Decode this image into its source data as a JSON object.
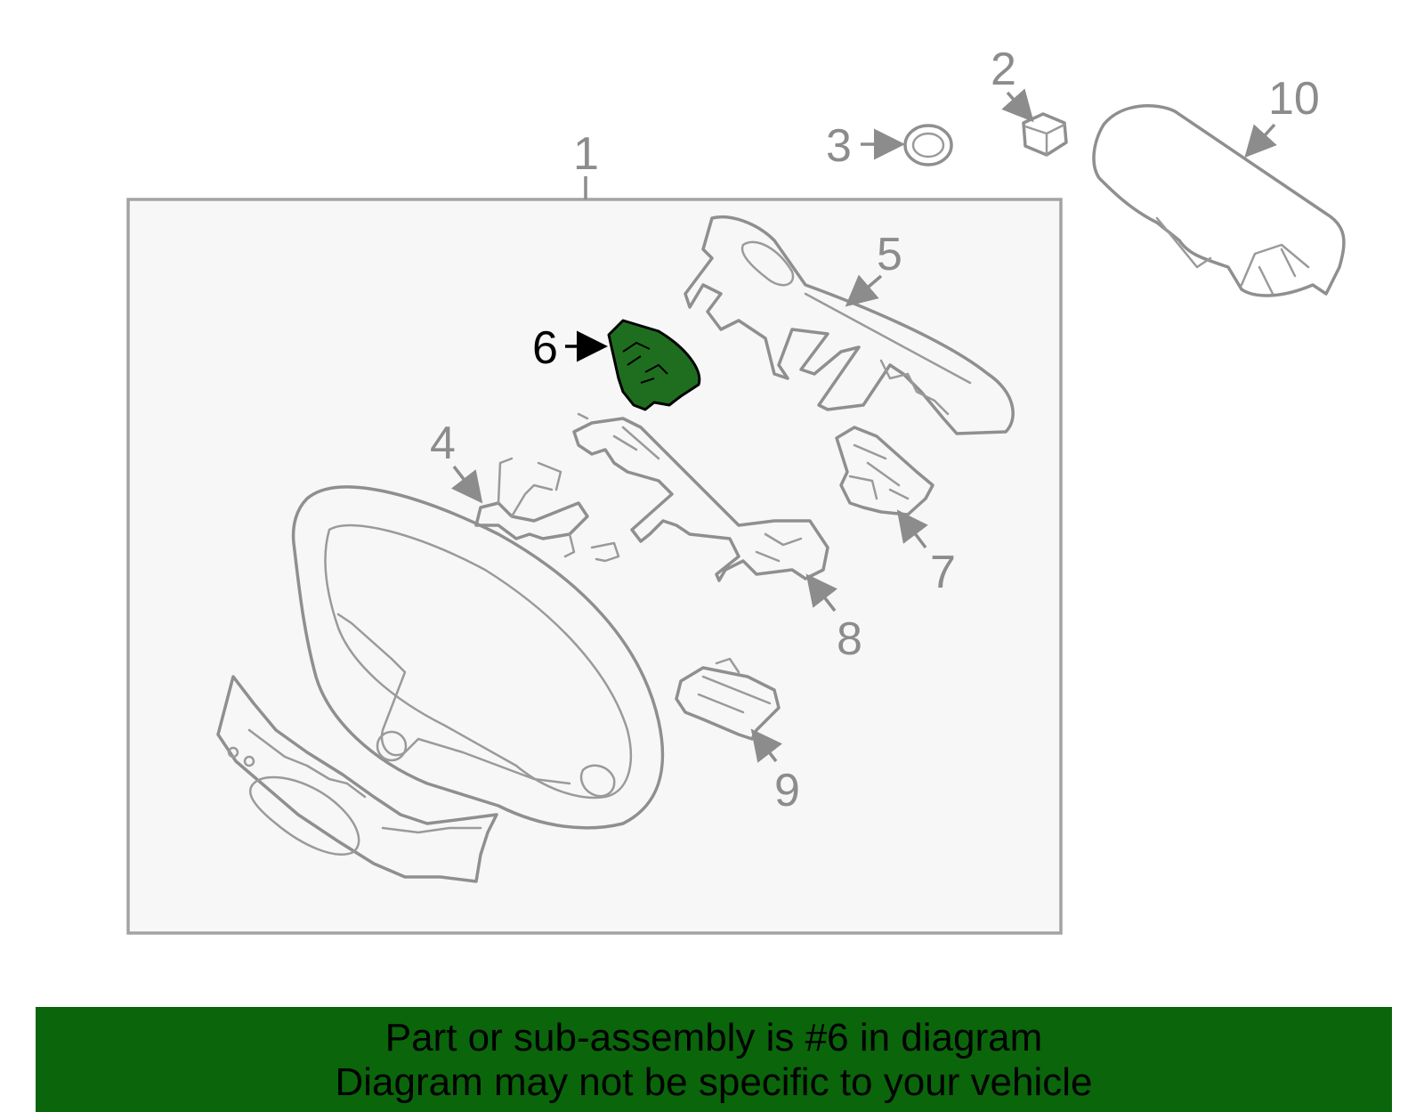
{
  "callouts": {
    "c1": "1",
    "c2": "2",
    "c3": "3",
    "c4": "4",
    "c5": "5",
    "c6": "6",
    "c7": "7",
    "c8": "8",
    "c9": "9",
    "c10": "10"
  },
  "highlight": {
    "part_number": "6",
    "color": "#1f6e1f"
  },
  "banner": {
    "line1": "Part or sub-assembly is #6 in diagram",
    "line2": "Diagram may not be specific to your vehicle",
    "color": "#0b650b"
  }
}
